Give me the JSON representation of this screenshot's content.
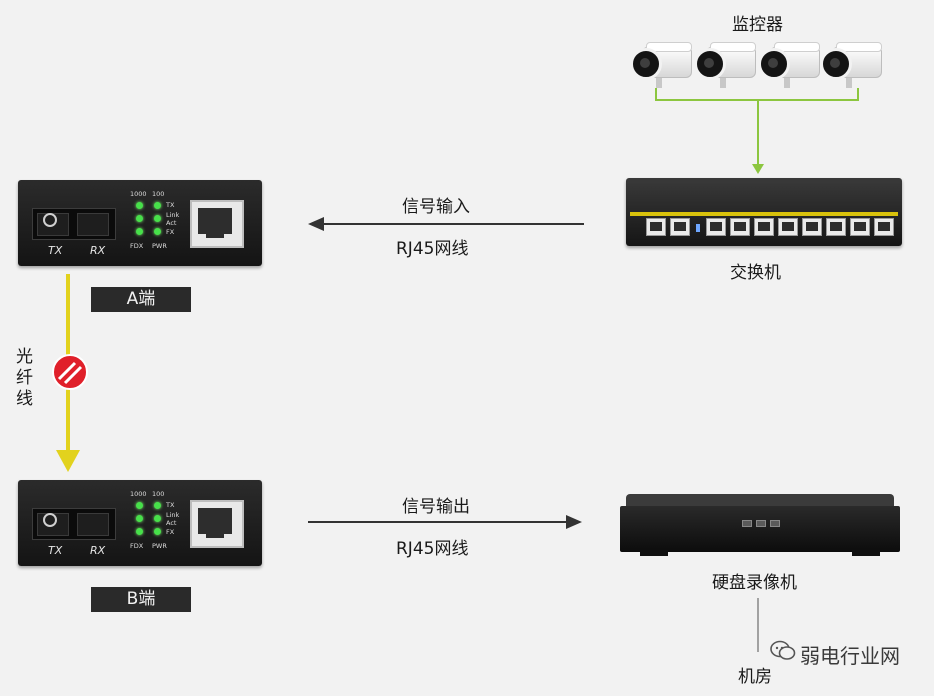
{
  "cameras": {
    "title": "监控器",
    "count": 4
  },
  "switch": {
    "title": "交换机"
  },
  "converter_a": {
    "tag": "A端",
    "port_tx": "TX",
    "port_rx": "RX",
    "led_top": [
      "1000",
      "100"
    ],
    "led_side": [
      "TX",
      "Link",
      "Act",
      "FX"
    ],
    "led_bottom": [
      "FDX",
      "PWR"
    ]
  },
  "converter_b": {
    "tag": "B端",
    "port_tx": "TX",
    "port_rx": "RX",
    "led_top": [
      "1000",
      "100"
    ],
    "led_side": [
      "TX",
      "Link",
      "Act",
      "FX"
    ],
    "led_bottom": [
      "FDX",
      "PWR"
    ]
  },
  "link_in": {
    "label_top": "信号输入",
    "label_bottom": "RJ45网线"
  },
  "link_out": {
    "label_top": "信号输出",
    "label_bottom": "RJ45网线"
  },
  "fiber": {
    "label_chars": [
      "光",
      "纤",
      "线"
    ]
  },
  "nvr": {
    "title": "硬盘录像机"
  },
  "room": {
    "title": "机房"
  },
  "watermark": {
    "text": "弱电行业网"
  },
  "colors": {
    "background": "#f2f2f2",
    "fiber_line": "#e2d21d",
    "camera_link": "#8cc63f",
    "fiber_icon": "#e0202a",
    "arrow": "#333333"
  }
}
